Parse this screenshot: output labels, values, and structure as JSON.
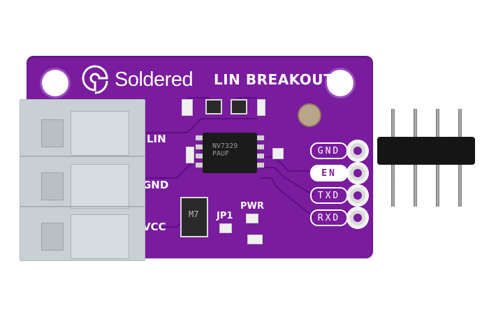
{
  "board": {
    "brand": "Soldered",
    "title": "LIN BREAKOUT",
    "terminal_labels": [
      "LIN",
      "GND",
      "VCC"
    ],
    "jumper_label": "JP1",
    "power_label": "PWR",
    "chip_marking": "NV7329\nPAUF",
    "diode_marking": "M7",
    "pins": [
      {
        "label": "GND",
        "style": "outline"
      },
      {
        "label": "EN",
        "style": "filled"
      },
      {
        "label": "TXD",
        "style": "outline"
      },
      {
        "label": "RXD",
        "style": "outline"
      }
    ]
  },
  "colors": {
    "pcb": "#7a1c9e",
    "silkscreen": "#ffffff",
    "terminal_block": "#c9d0d4",
    "header": "#151515"
  },
  "icons": {
    "logo": "soldered-logo-icon"
  }
}
